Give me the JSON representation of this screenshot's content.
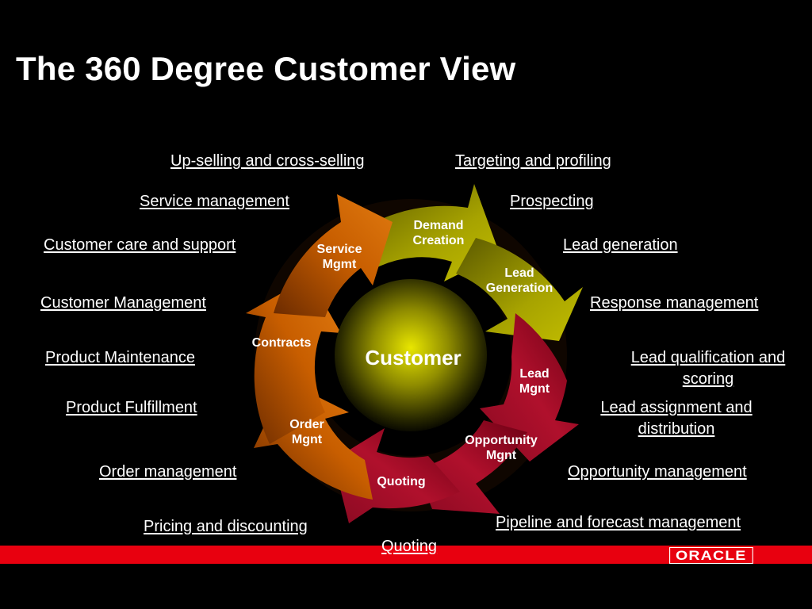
{
  "title": "The 360 Degree Customer View",
  "center_label": "Customer",
  "cycle_stages": [
    {
      "id": "demand",
      "label_lines": [
        "Demand",
        "Creation"
      ],
      "color": "#8a8a00"
    },
    {
      "id": "leadgen",
      "label_lines": [
        "Lead",
        "Generation"
      ],
      "color": "#a5a000"
    },
    {
      "id": "leadmgnt",
      "label_lines": [
        "Lead",
        "Mgnt"
      ],
      "color": "#a0102a"
    },
    {
      "id": "opportunity",
      "label_lines": [
        "Opportunity",
        "Mgnt"
      ],
      "color": "#b0102c"
    },
    {
      "id": "quoting",
      "label_lines": [
        "Quoting"
      ],
      "color": "#a81030"
    },
    {
      "id": "order",
      "label_lines": [
        "Order",
        "Mgnt"
      ],
      "color": "#c45a00"
    },
    {
      "id": "contracts",
      "label_lines": [
        "Contracts"
      ],
      "color": "#c8600a"
    },
    {
      "id": "service",
      "label_lines": [
        "Service",
        "Mgmt"
      ],
      "color": "#d06010"
    }
  ],
  "left_links": [
    "Up-selling and cross-selling",
    "Service management",
    "Customer care and support",
    "Customer Management",
    "Product Maintenance",
    "Product Fulfillment",
    "Order management",
    "Pricing and discounting"
  ],
  "right_links": [
    "Targeting and profiling",
    "Prospecting",
    "Lead generation",
    "Response management",
    "Lead qualification and scoring",
    "Lead assignment and distribution",
    "Opportunity management",
    "Pipeline and forecast management"
  ],
  "bottom_link": "Quoting",
  "footer": {
    "logo_text": "ORACLE",
    "bar_color": "#e8000f"
  }
}
